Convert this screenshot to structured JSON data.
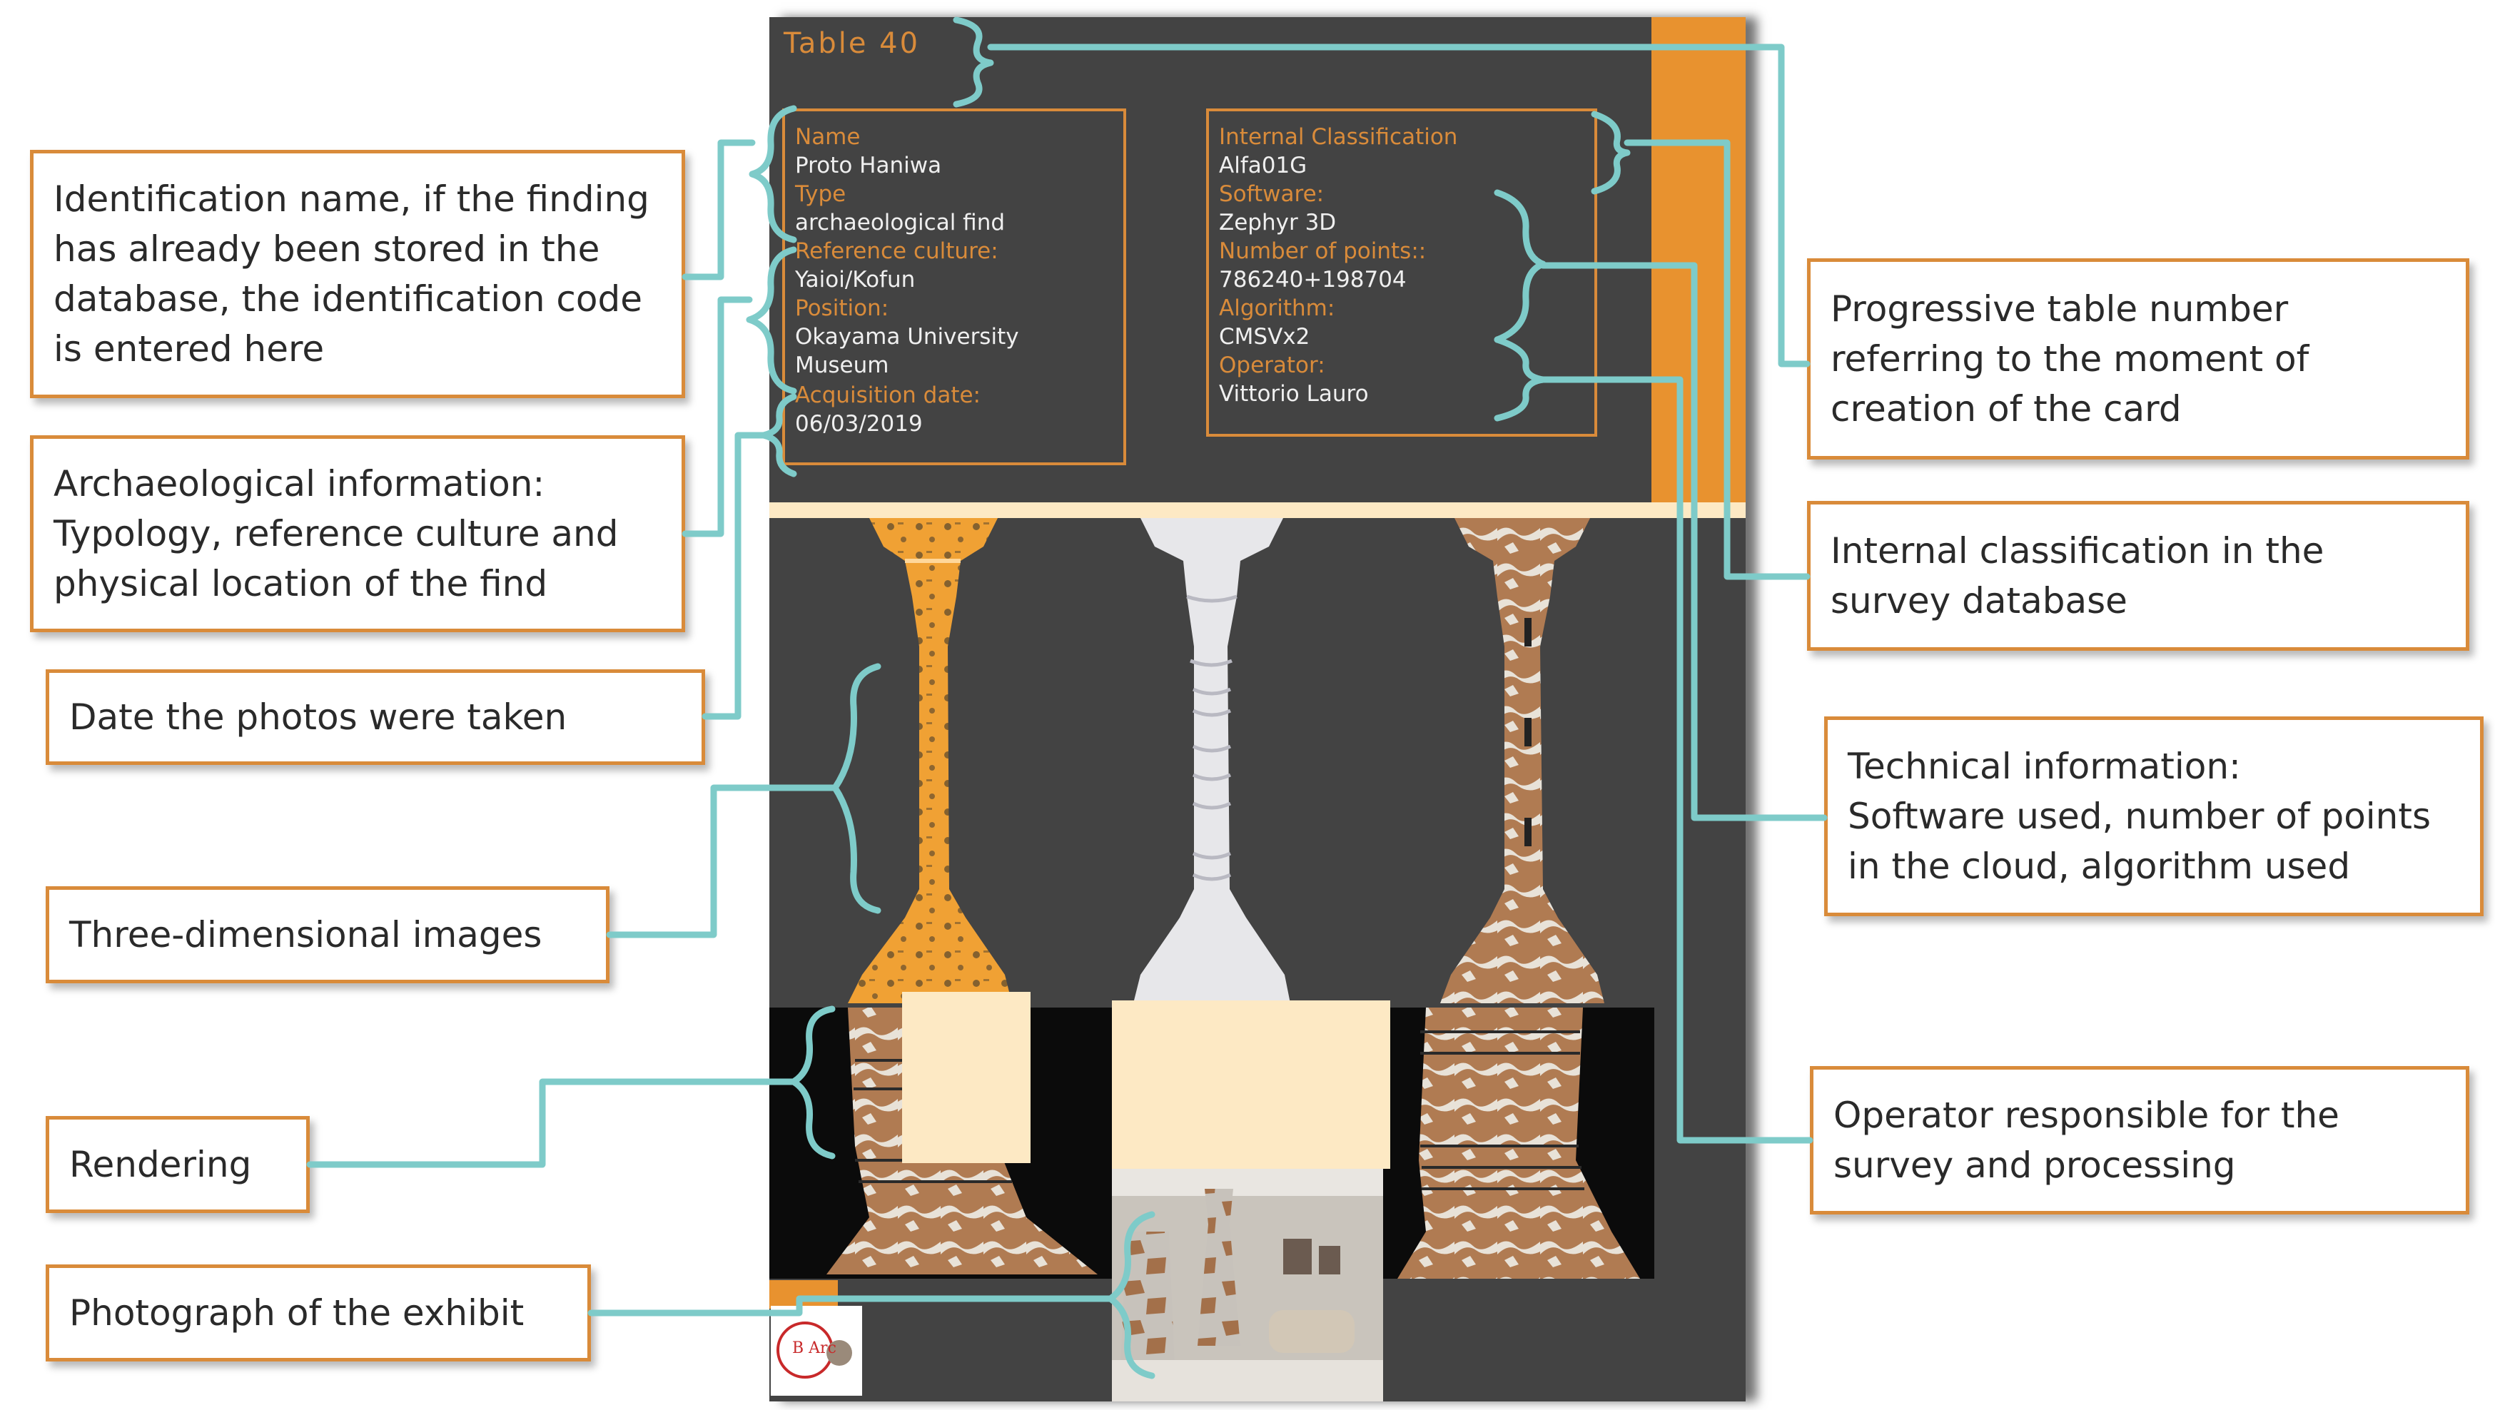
{
  "card": {
    "title": "Table 40",
    "fields_left": [
      {
        "label": "Name",
        "value": "Proto Haniwa"
      },
      {
        "label": "Type",
        "value": "archaeological find"
      },
      {
        "label": "Reference culture:",
        "value": "Yaioi/Kofun"
      },
      {
        "label": "Position:",
        "value": "Okayama University",
        "value2": "Museum"
      },
      {
        "label": "Acquisition date:",
        "value": "06/03/2019"
      }
    ],
    "fields_right": [
      {
        "label": "Internal Classification",
        "value": "Alfa01G"
      },
      {
        "label": "Software:",
        "value": "Zephyr 3D"
      },
      {
        "label": "Number of points::",
        "value": "786240+198704"
      },
      {
        "label": "Algorithm:",
        "value": "CMSVx2"
      },
      {
        "label": "Operator:",
        "value": "Vittorio Lauro"
      }
    ],
    "logo_text": "B Arc",
    "colors": {
      "panel": "#434343",
      "accent": "#e8922f",
      "cream": "#fde9c4",
      "connector": "#7ecbc9",
      "callout_border": "#d98b3a"
    }
  },
  "callouts_left": [
    {
      "lines": [
        "Identification name, if the finding",
        "has already been stored in the",
        "database, the identification code",
        "is entered here"
      ]
    },
    {
      "lines": [
        "Archaeological information:",
        "Typology, reference culture and",
        "physical location of the find"
      ]
    },
    {
      "lines": [
        "Date the photos were taken"
      ]
    },
    {
      "lines": [
        "Three-dimensional images"
      ]
    },
    {
      "lines": [
        "Rendering"
      ]
    },
    {
      "lines": [
        "Photograph of the exhibit"
      ]
    }
  ],
  "callouts_right": [
    {
      "lines": [
        "Progressive table number",
        "referring to the moment of",
        "creation of the card"
      ]
    },
    {
      "lines": [
        "Internal classification in the",
        "survey database"
      ]
    },
    {
      "lines": [
        "Technical information:",
        "Software used, number of points",
        "in the cloud, algorithm used"
      ]
    },
    {
      "lines": [
        "Operator responsible for the",
        "survey and processing"
      ]
    }
  ]
}
